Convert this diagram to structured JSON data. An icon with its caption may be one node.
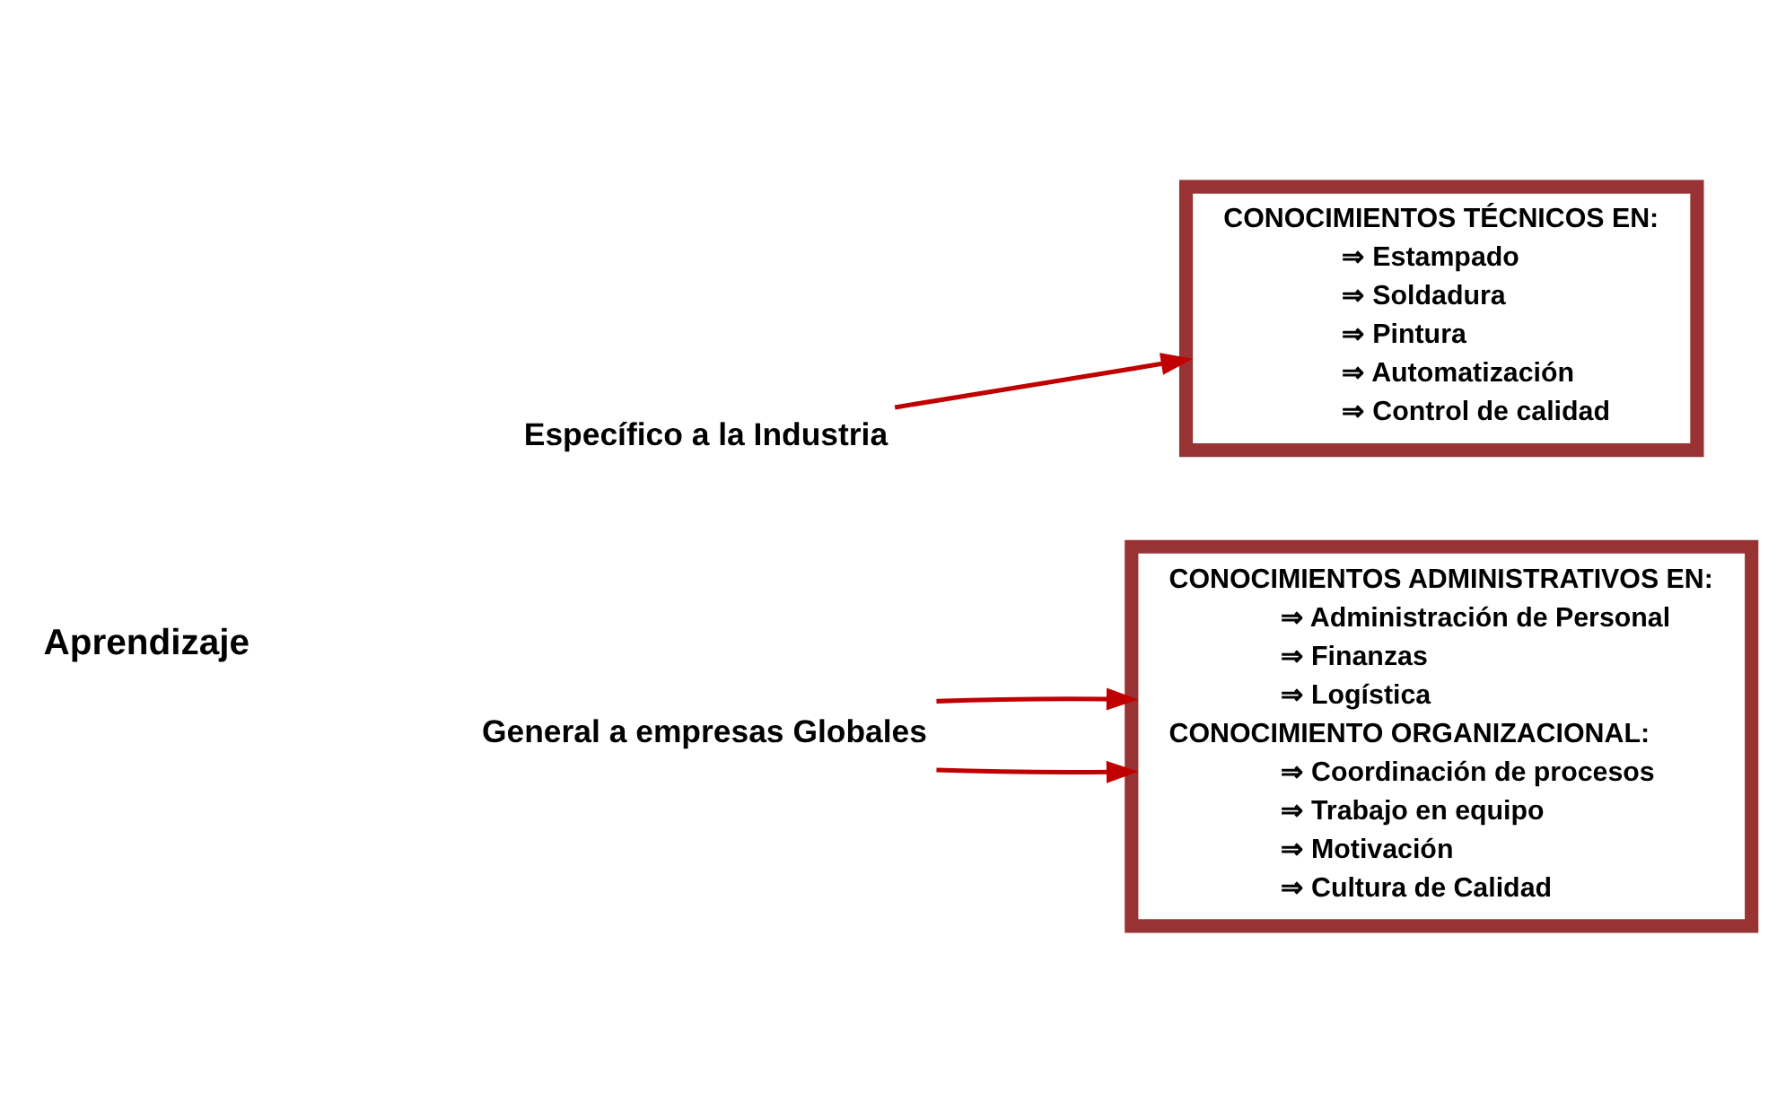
{
  "diagram": {
    "nodes": [
      {
        "text": [
          "Aprendizaje"
        ]
      },
      {
        "text": [
          "Específico a la Industria"
        ]
      },
      {
        "text": [
          "General a empresas Globales"
        ]
      },
      {
        "text": [
          "CONOCIMIENTOS TÉCNICOS EN:",
          "⇒ Estampado",
          "⇒ Soldadura",
          "⇒ Pintura",
          "⇒ Automatización",
          "⇒ Control de calidad"
        ]
      },
      {
        "text": [
          "CONOCIMIENTOS ADMINISTRATIVOS EN:",
          "⇒ Administración de Personal",
          "⇒ Finanzas",
          "⇒ Logística",
          "CONOCIMIENTO ORGANIZACIONAL:",
          "⇒ Coordinación de procesos",
          "⇒ Trabajo en equipo",
          "⇒ Motivación",
          "⇒ Cultura de Calidad"
        ]
      }
    ],
    "edges": [
      {
        "from": 1,
        "to": 3,
        "arrow": "to"
      },
      {
        "from": 2,
        "to": 4,
        "arrow": "to"
      },
      {
        "from": 2,
        "to": 4,
        "arrow": "to"
      }
    ]
  }
}
